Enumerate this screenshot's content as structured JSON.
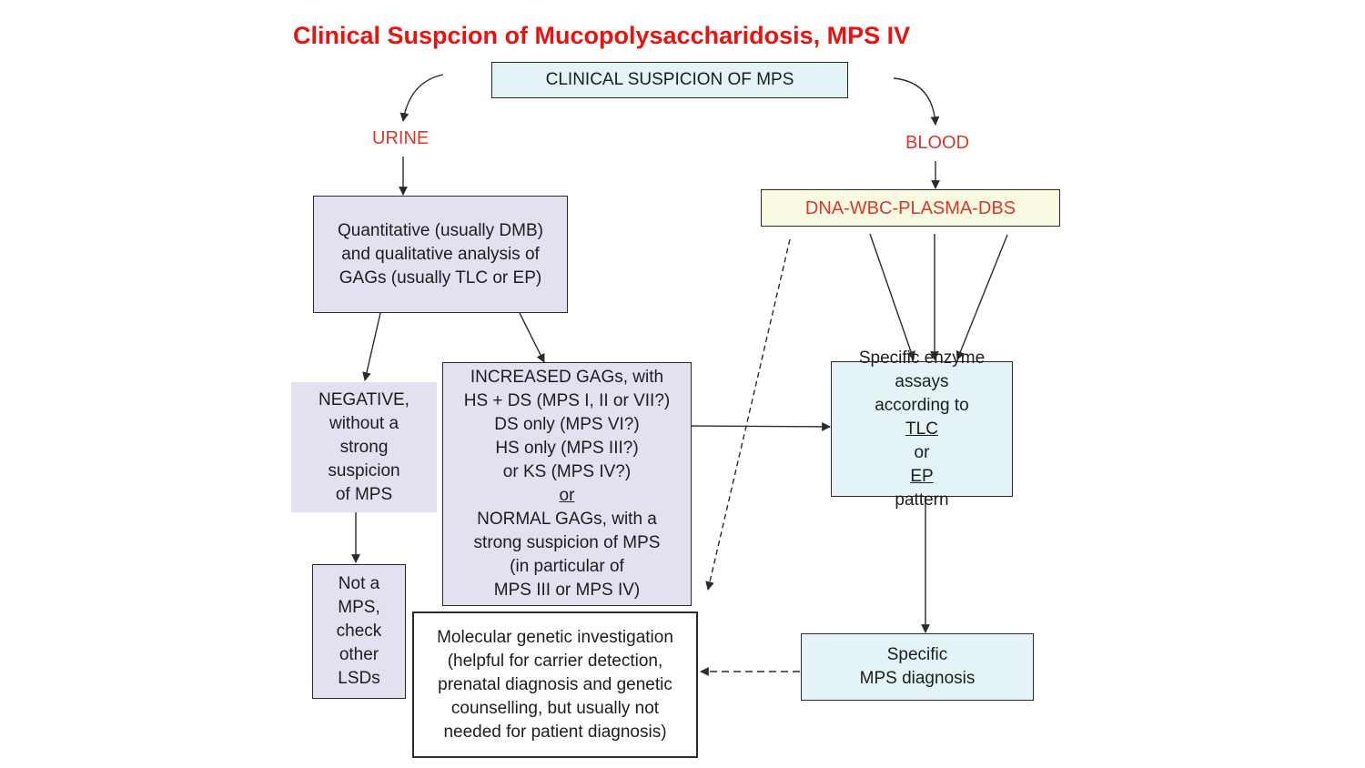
{
  "slide": {
    "title": "Clinical Suspcion of Mucopolysaccharidosis, MPS IV"
  },
  "flowchart": {
    "start": "CLINICAL SUSPICION OF MPS",
    "urine_label": "URINE",
    "blood_label": "BLOOD",
    "blood_samples": "DNA-WBC-PLASMA-DBS",
    "gag_analysis": [
      "Quantitative (usually DMB)",
      "and qualitative analysis of",
      "GAGs (usually TLC or EP)"
    ],
    "negative": [
      "NEGATIVE,",
      "without a",
      "strong",
      "suspicion",
      "of MPS"
    ],
    "not_mps": [
      "Not a",
      "MPS,",
      "check",
      "other",
      "LSDs"
    ],
    "increased": {
      "lines_before": [
        "INCREASED GAGs, with",
        "HS + DS (MPS I, II or VII?)",
        "DS only (MPS VI?)",
        "HS only (MPS III?)",
        "or KS (MPS IV?)"
      ],
      "or": "or",
      "lines_after": [
        "NORMAL GAGs, with a",
        "strong suspicion of MPS",
        "(in particular of",
        "MPS III or MPS IV)"
      ]
    },
    "enzyme": {
      "line1": "Specific enzyme",
      "line2": "assays",
      "line3": "according to",
      "tlc": "TLC",
      "or": " or ",
      "ep": "EP",
      "line5": "pattern"
    },
    "diagnosis": [
      "Specific",
      "MPS diagnosis"
    ],
    "molecular": [
      "Molecular genetic investigation",
      "(helpful for carrier detection,",
      "prenatal diagnosis and genetic",
      "counselling, but usually not",
      "needed for patient diagnosis)"
    ]
  },
  "colors": {
    "title_red": "#e8130f",
    "label_red": "#d9382c",
    "lavender_box": "#e2e1ef",
    "cyan_box": "#e4f4f6",
    "yellow_box": "#fafbe2"
  }
}
